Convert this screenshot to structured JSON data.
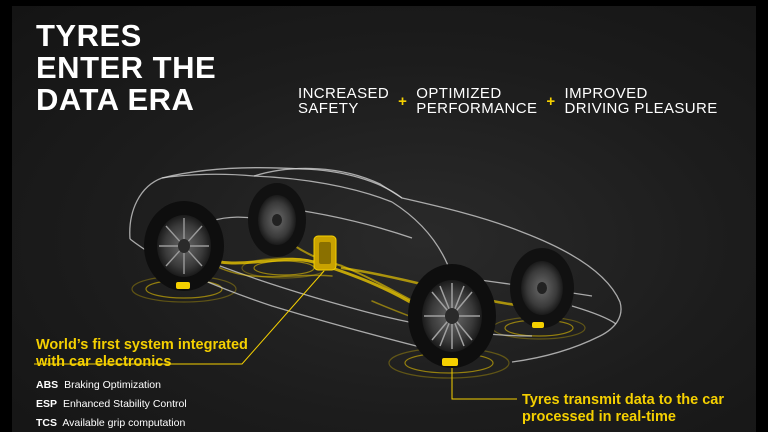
{
  "headline": {
    "line1": "TYRES",
    "line2": "ENTER THE",
    "line3": "DATA ERA"
  },
  "benefits": [
    {
      "label": "INCREASED\nSAFETY"
    },
    {
      "label": "OPTIMIZED\nPERFORMANCE"
    },
    {
      "label": "IMPROVED\nDRIVING PLEASURE"
    }
  ],
  "separator": "+",
  "callouts": {
    "left": "World’s first system integrated\nwith car electronics",
    "right": "Tyres transmit data to the car\nprocessed in real-time"
  },
  "features": [
    {
      "abbr": "ABS",
      "text": "Braking Optimization"
    },
    {
      "abbr": "ESP",
      "text": "Enhanced Stability Control"
    },
    {
      "abbr": "TCS",
      "text": "Available grip computation"
    }
  ],
  "colors": {
    "accent": "#f5d000",
    "background": "#1c1c1c",
    "text": "#ffffff",
    "outline": "#d8d8d8"
  }
}
